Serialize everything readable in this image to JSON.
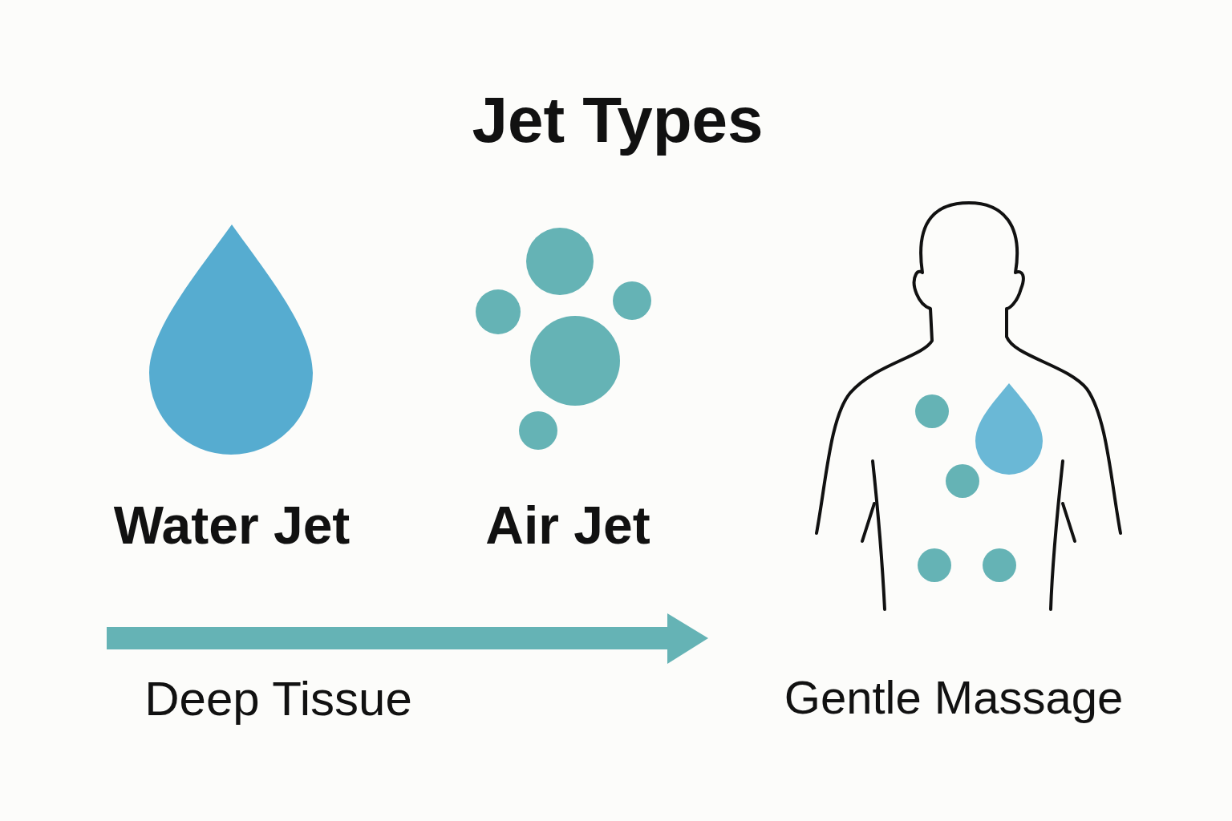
{
  "diagram": {
    "title": "Jet Types",
    "labels": [
      "Water Jet",
      "Air Jet",
      "Deep Tissue",
      "Gentle Massage"
    ]
  }
}
